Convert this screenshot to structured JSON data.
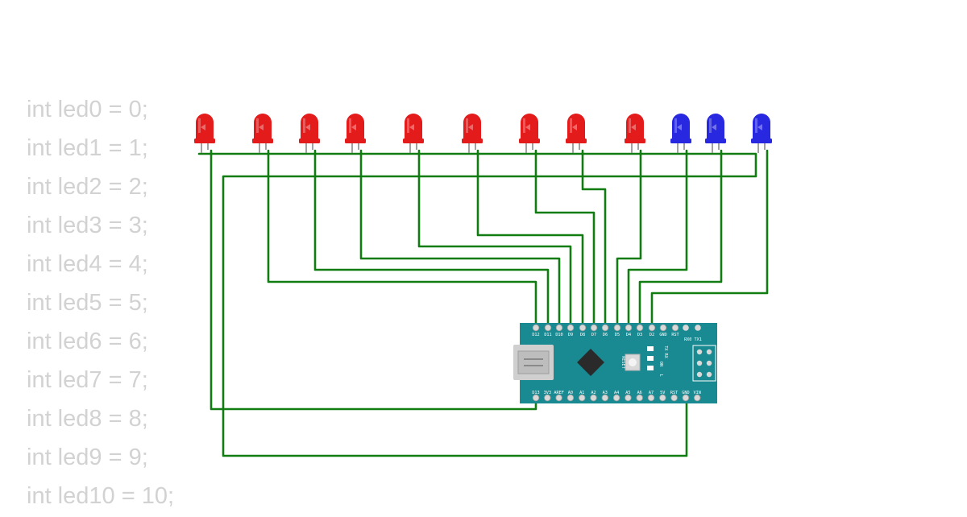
{
  "code_lines": [
    "int led0 = 0;",
    "int led1 = 1;",
    "int led2 = 2;",
    "int led3 = 3;",
    "int led4 = 4;",
    "int led5 = 5;",
    "int led6 = 6;",
    "int led7 = 7;",
    "int led8 = 8;",
    "int led9 = 9;",
    "int led10 = 10;"
  ],
  "leds": [
    {
      "color": "red"
    },
    {
      "color": "red"
    },
    {
      "color": "red"
    },
    {
      "color": "red"
    },
    {
      "color": "red"
    },
    {
      "color": "red"
    },
    {
      "color": "red"
    },
    {
      "color": "red"
    },
    {
      "color": "red"
    },
    {
      "color": "blue"
    },
    {
      "color": "blue"
    },
    {
      "color": "blue"
    }
  ],
  "board": {
    "top_pins": [
      "D12",
      "D11",
      "D10",
      "D9",
      "D8",
      "D7",
      "D6",
      "D5",
      "D4",
      "D3",
      "D2",
      "GND",
      "RST"
    ],
    "bottom_pins": [
      "D13",
      "3V3",
      "AREF",
      "A0",
      "A1",
      "A2",
      "A3",
      "A4",
      "A5",
      "A6",
      "A7",
      "5V",
      "RST",
      "GND",
      "VIN"
    ],
    "rx0_tx1": "RX0 TX1",
    "reset_label": "RESET",
    "tx_rx_label": "TX RX",
    "on_label": "ON",
    "l_label": "L"
  },
  "colors": {
    "wire": "#117c11",
    "board": "#198a92",
    "led_red": "#e41b1b",
    "led_blue": "#2828e0",
    "code_text": "#d2d2d2"
  }
}
